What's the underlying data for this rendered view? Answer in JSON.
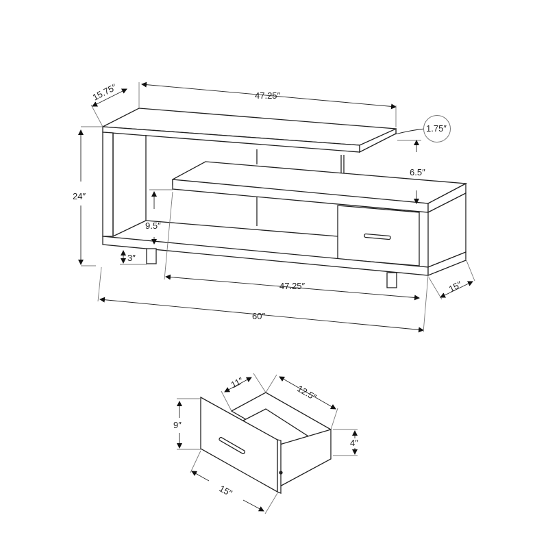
{
  "diagram": {
    "subject": "TV stand with drawer — dimension drawing",
    "stand": {
      "top_shelf_depth": "15.75″",
      "top_shelf_width": "47.25″",
      "top_shelf_thickness": "1.75″",
      "shelf_gap": "6.5″",
      "overall_height": "24″",
      "lower_opening_height": "9.5″",
      "leg_height": "3″",
      "lower_shelf_width": "47.25″",
      "overall_width": "60″",
      "overall_depth": "15″"
    },
    "drawer": {
      "inner_width": "11″",
      "inner_depth": "12.5″",
      "front_height": "9″",
      "side_height": "4″",
      "front_width": "15″"
    }
  }
}
